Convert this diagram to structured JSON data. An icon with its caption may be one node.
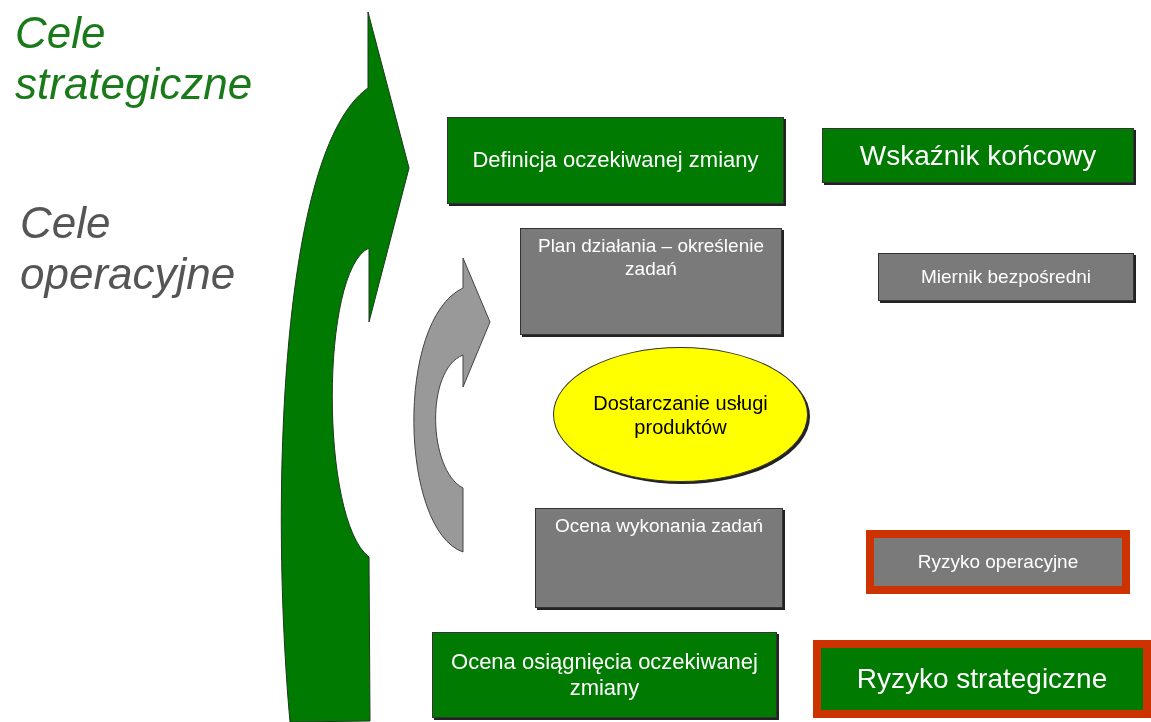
{
  "diagram": {
    "nodes": [
      {
        "text": [
          "Definicja oczekiwanej zmiany"
        ]
      },
      {
        "text": [
          "Wskaźnik końcowy"
        ]
      },
      {
        "text": [
          "Plan działania – określenie zadań"
        ]
      },
      {
        "text": [
          "Miernik bezpośredni"
        ]
      },
      {
        "text": [
          "Dostarczanie usługi produktów"
        ]
      },
      {
        "text": [
          "Ocena wykonania zadań"
        ]
      },
      {
        "text": [
          "Ryzyko operacyjne"
        ]
      },
      {
        "text": [
          "Ocena osiągnięcia oczekiwanej zmiany"
        ]
      },
      {
        "text": [
          "Ryzyko strategiczne"
        ]
      }
    ],
    "labels": [
      "Cele strategiczne",
      "Cele operacyjne"
    ]
  }
}
